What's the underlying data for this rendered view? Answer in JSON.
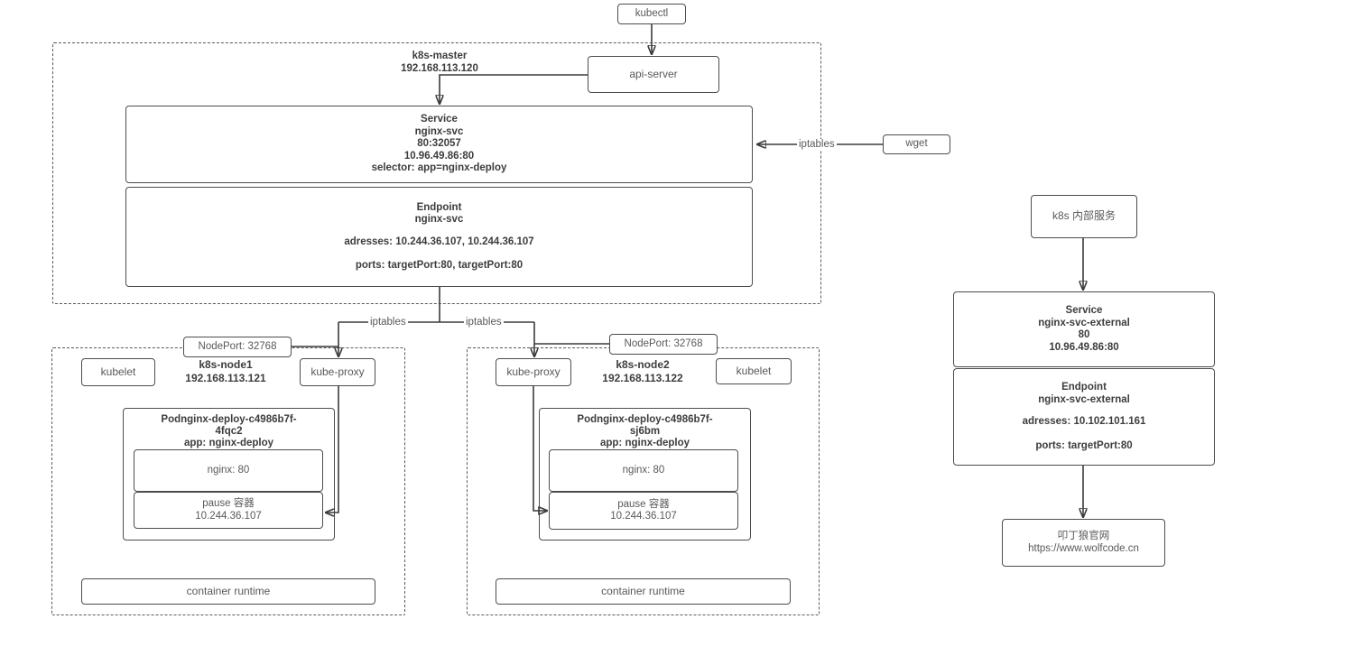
{
  "top": {
    "kubectl": "kubectl",
    "api_server": "api-server",
    "wget": "wget"
  },
  "labels": {
    "iptables_wget": "iptables",
    "iptables_node1": "iptables",
    "iptables_node2": "iptables"
  },
  "master": {
    "title": "k8s-master",
    "ip": "192.168.113.120",
    "service": {
      "title": "Service",
      "name": "nginx-svc",
      "port_map": "80:32057",
      "cluster_ip": "10.96.49.86:80",
      "selector": "selector: app=nginx-deploy"
    },
    "endpoint": {
      "title": "Endpoint",
      "name": "nginx-svc",
      "addresses": "adresses: 10.244.36.107, 10.244.36.107",
      "ports": "ports: targetPort:80, targetPort:80"
    }
  },
  "node1": {
    "nodeport": "NodePort: 32768",
    "kubelet": "kubelet",
    "kube_proxy": "kube-proxy",
    "title": "k8s-node1",
    "ip": "192.168.113.121",
    "pod": {
      "title_l1": "Podnginx-deploy-c4986b7f-",
      "title_l2": "4fqc2",
      "app": "app: nginx-deploy",
      "nginx": "nginx: 80",
      "pause_l1": "pause 容器",
      "pause_l2": "10.244.36.107"
    },
    "container_runtime": "container runtime"
  },
  "node2": {
    "nodeport": "NodePort: 32768",
    "kubelet": "kubelet",
    "kube_proxy": "kube-proxy",
    "title": "k8s-node2",
    "ip": "192.168.113.122",
    "pod": {
      "title_l1": "Podnginx-deploy-c4986b7f-",
      "title_l2": "sj6bm",
      "app": "app: nginx-deploy",
      "nginx": "nginx: 80",
      "pause_l1": "pause 容器",
      "pause_l2": "10.244.36.107"
    },
    "container_runtime": "container runtime"
  },
  "external": {
    "entry": "k8s 内部服务",
    "service": {
      "title": "Service",
      "name": "nginx-svc-external",
      "port": "80",
      "cluster_ip": "10.96.49.86:80"
    },
    "endpoint": {
      "title": "Endpoint",
      "name": "nginx-svc-external",
      "addresses": "adresses: 10.102.101.161",
      "ports": "ports: targetPort:80"
    },
    "website_l1": "叩丁狼官网",
    "website_l2": "https://www.wolfcode.cn"
  }
}
